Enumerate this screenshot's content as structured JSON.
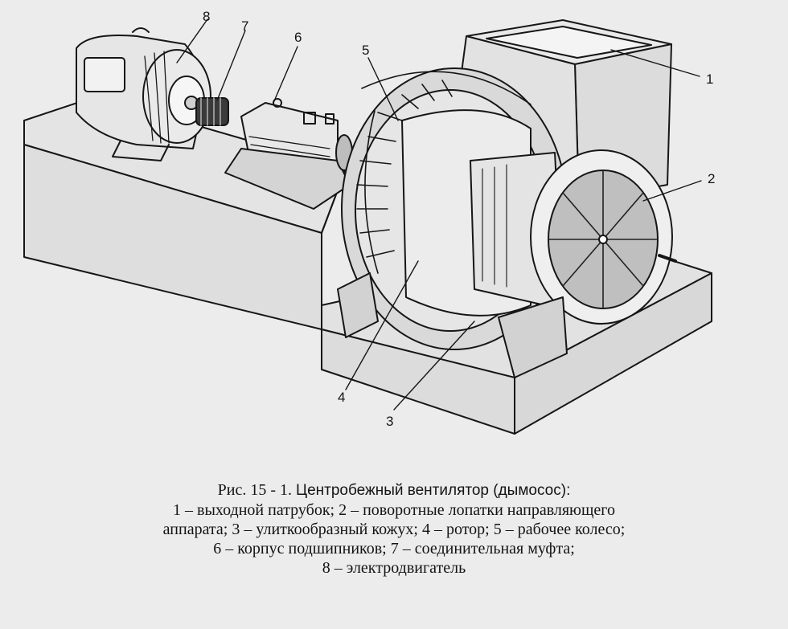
{
  "figure": {
    "labels": {
      "n1": "1",
      "n2": "2",
      "n3": "3",
      "n4": "4",
      "n5": "5",
      "n6": "6",
      "n7": "7",
      "n8": "8"
    }
  },
  "caption": {
    "prefix": "Рис. 15 - 1.",
    "title": "Центробежный вентилятор (дымосос):",
    "line2": "1 – выходной патрубок; 2 – поворотные лопатки направляющего",
    "line3": "аппарата; 3 – улиткообразный кожух; 4 – ротор; 5 – рабочее колесо;",
    "line4": "6 – корпус подшипников; 7 – соединительная муфта;",
    "line5": "8 – электродвигатель"
  }
}
